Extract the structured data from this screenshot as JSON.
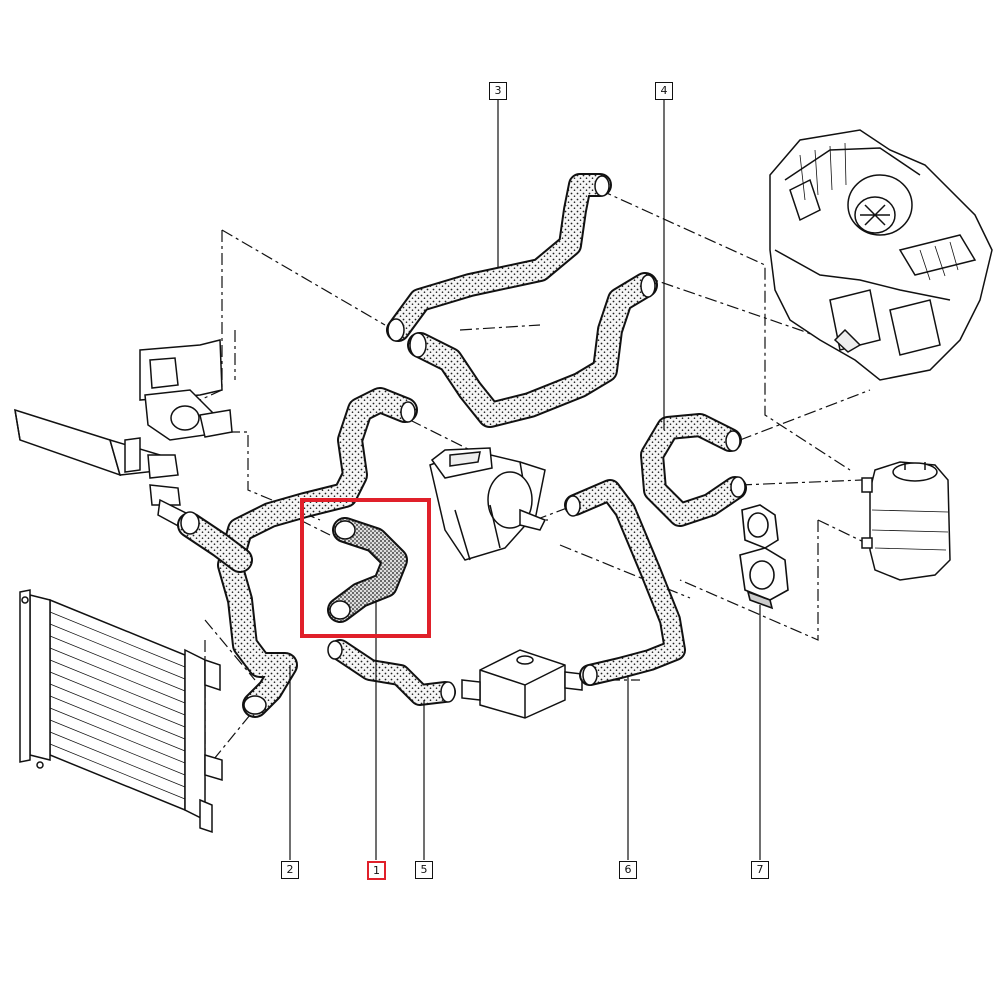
{
  "callouts": [
    {
      "id": "1",
      "highlighted": true
    },
    {
      "id": "2",
      "highlighted": false
    },
    {
      "id": "3",
      "highlighted": false
    },
    {
      "id": "4",
      "highlighted": false
    },
    {
      "id": "5",
      "highlighted": false
    },
    {
      "id": "6",
      "highlighted": false
    },
    {
      "id": "7",
      "highlighted": false
    }
  ],
  "colors": {
    "highlight": "#e0202a",
    "line": "#111111",
    "hose_fill": "#f4f4f4",
    "background": "#ffffff"
  },
  "icons": [
    "heater-core-housing-icon",
    "radiator-icon",
    "water-pump-thermostat-icon",
    "expansion-tank-icon",
    "hose-clip-icon"
  ]
}
